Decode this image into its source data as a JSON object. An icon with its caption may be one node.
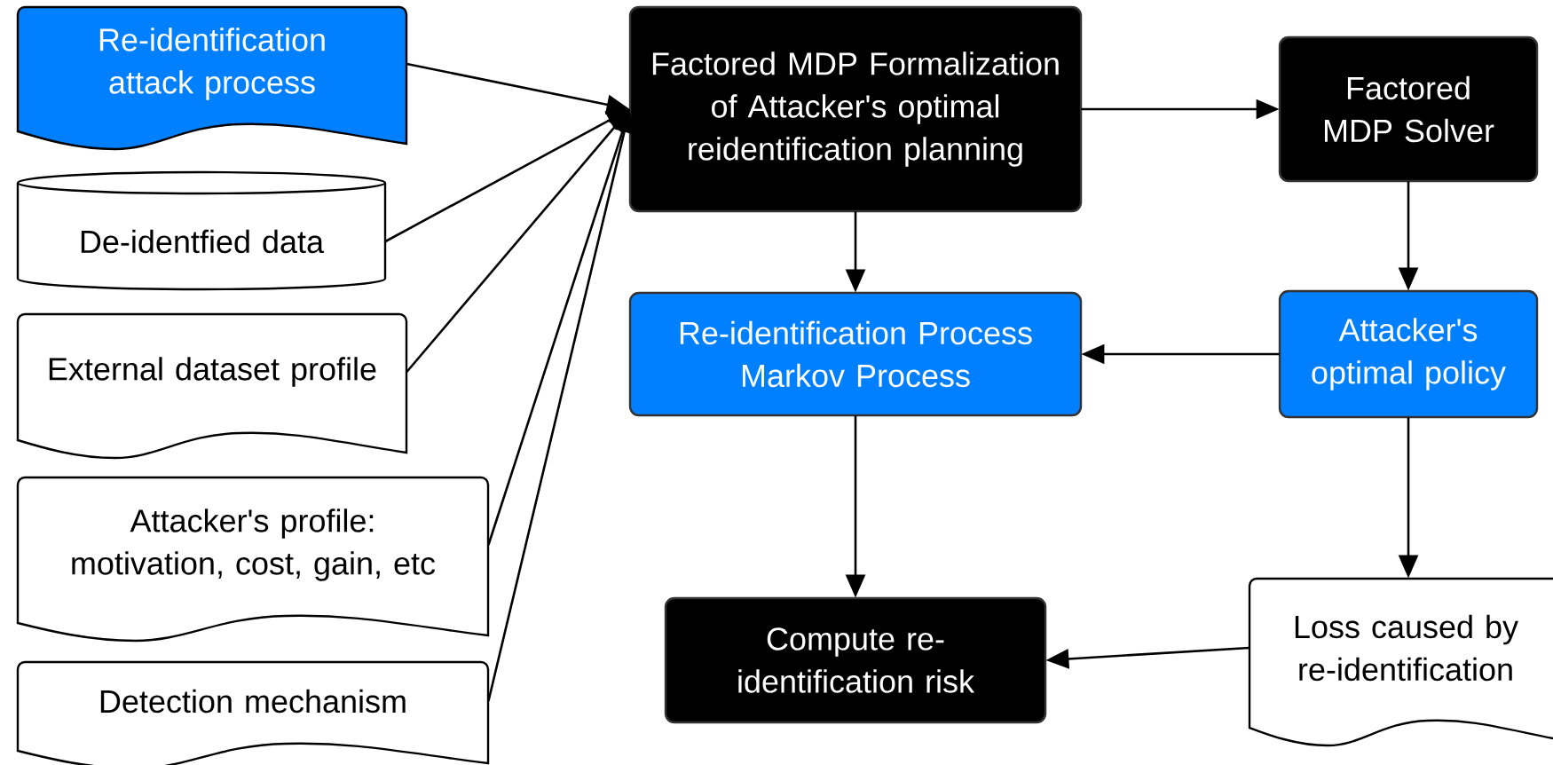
{
  "diagram": {
    "nodes": [
      {
        "text": [
          "Re-identification attack process"
        ]
      },
      {
        "text": [
          "De-identfied data"
        ]
      },
      {
        "text": [
          "External dataset profile"
        ]
      },
      {
        "text": [
          "Attacker's profile: motivation, cost, gain, etc"
        ]
      },
      {
        "text": [
          "Detection mechanism"
        ]
      },
      {
        "text": [
          "Factored MDP Formalization of Attacker's optimal reidentification planning"
        ]
      },
      {
        "text": [
          "Factored MDP Solver"
        ]
      },
      {
        "text": [
          "Re-identification Process Markov Process"
        ]
      },
      {
        "text": [
          "Attacker's optimal policy"
        ]
      },
      {
        "text": [
          "Compute re-identification risk"
        ]
      },
      {
        "text": [
          "Loss caused by re-identification"
        ]
      }
    ],
    "edges": [
      {
        "from": 0,
        "to": 5,
        "arrow": "to"
      },
      {
        "from": 1,
        "to": 5,
        "arrow": "to"
      },
      {
        "from": 2,
        "to": 5,
        "arrow": "to"
      },
      {
        "from": 3,
        "to": 5,
        "arrow": "to"
      },
      {
        "from": 4,
        "to": 5,
        "arrow": "to"
      },
      {
        "from": 5,
        "to": 6,
        "arrow": "to"
      },
      {
        "from": 5,
        "to": 7,
        "arrow": "to"
      },
      {
        "from": 6,
        "to": 8,
        "arrow": "to"
      },
      {
        "from": 8,
        "to": 7,
        "arrow": "to"
      },
      {
        "from": 7,
        "to": 9,
        "arrow": "to"
      },
      {
        "from": 8,
        "to": 10,
        "arrow": "to"
      },
      {
        "from": 10,
        "to": 9,
        "arrow": "to"
      }
    ]
  }
}
